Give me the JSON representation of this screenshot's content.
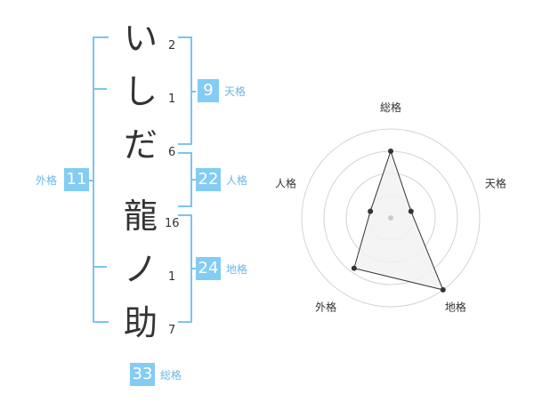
{
  "name": {
    "chars": [
      "い",
      "し",
      "だ",
      "龍",
      "ノ",
      "助"
    ],
    "strokes": [
      "2",
      "1",
      "6",
      "16",
      "1",
      "7"
    ]
  },
  "kakusu": {
    "tenkaku": {
      "value": "9",
      "label": "天格"
    },
    "jinkaku": {
      "value": "22",
      "label": "人格"
    },
    "chikaku": {
      "value": "24",
      "label": "地格"
    },
    "gaikaku": {
      "value": "11",
      "label": "外格"
    },
    "soukaku": {
      "value": "33",
      "label": "総格"
    }
  },
  "colors": {
    "bracket": "#7cc4ee",
    "badge": "#83ccf3",
    "label": "#6ab8e6"
  },
  "chart_data": {
    "type": "radar",
    "axes": [
      "総格",
      "天格",
      "地格",
      "外格",
      "人格"
    ],
    "values": [
      0.75,
      0.24,
      1.0,
      0.7,
      0.24
    ],
    "rings": 4,
    "grid": true,
    "fill": "#f2f2f2",
    "stroke": "#333333"
  }
}
